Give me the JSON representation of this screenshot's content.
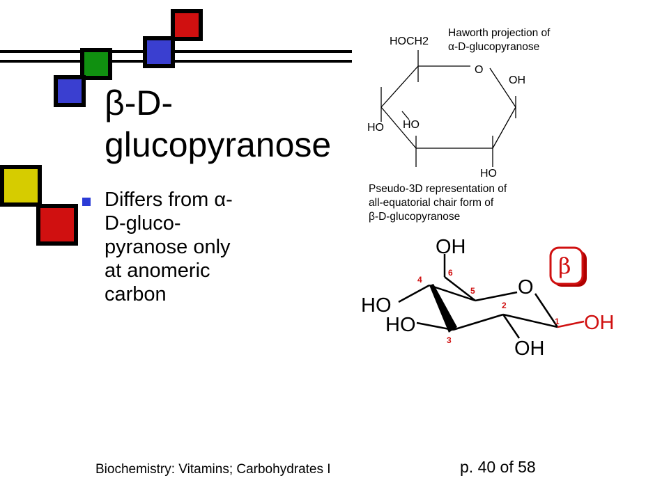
{
  "slide": {
    "title_line1": "β-D-",
    "title_line2": "glucopyranose",
    "bullet_line1": "Differs from α-",
    "bullet_line2": "D-gluco-",
    "bullet_line3": "pyranose only",
    "bullet_line4": "at anomeric",
    "bullet_line5": "carbon",
    "footer": "Biochemistry: Vitamins; Carbohydrates I",
    "page_number": "p. 40 of 58"
  },
  "haworth": {
    "caption_line1": "Haworth projection of",
    "caption_line2": "α-D-glucopyranose",
    "hoch2": "HOCH2",
    "ring_o": "O",
    "oh_right": "OH",
    "ho_left": "HO",
    "ho_inner": "HO",
    "ho_bottom": "HO"
  },
  "chair": {
    "caption_line1": "Pseudo-3D representation of",
    "caption_line2": "all-equatorial chair form of",
    "caption_line3": "β-D-glucopyranose",
    "oh_top": "OH",
    "ring_o": "O",
    "ho_c4": "HO",
    "ho_c3": "HO",
    "oh_c2": "OH",
    "oh_c1": "OH",
    "beta_badge": "β",
    "n1": "1",
    "n2": "2",
    "n3": "3",
    "n4": "4",
    "n5": "5",
    "n6": "6"
  },
  "colors": {
    "red": "#d01010",
    "blue": "#3a3fd0",
    "green": "#109010",
    "yellow": "#d6cc00",
    "bullet": "#2b3bd6"
  }
}
